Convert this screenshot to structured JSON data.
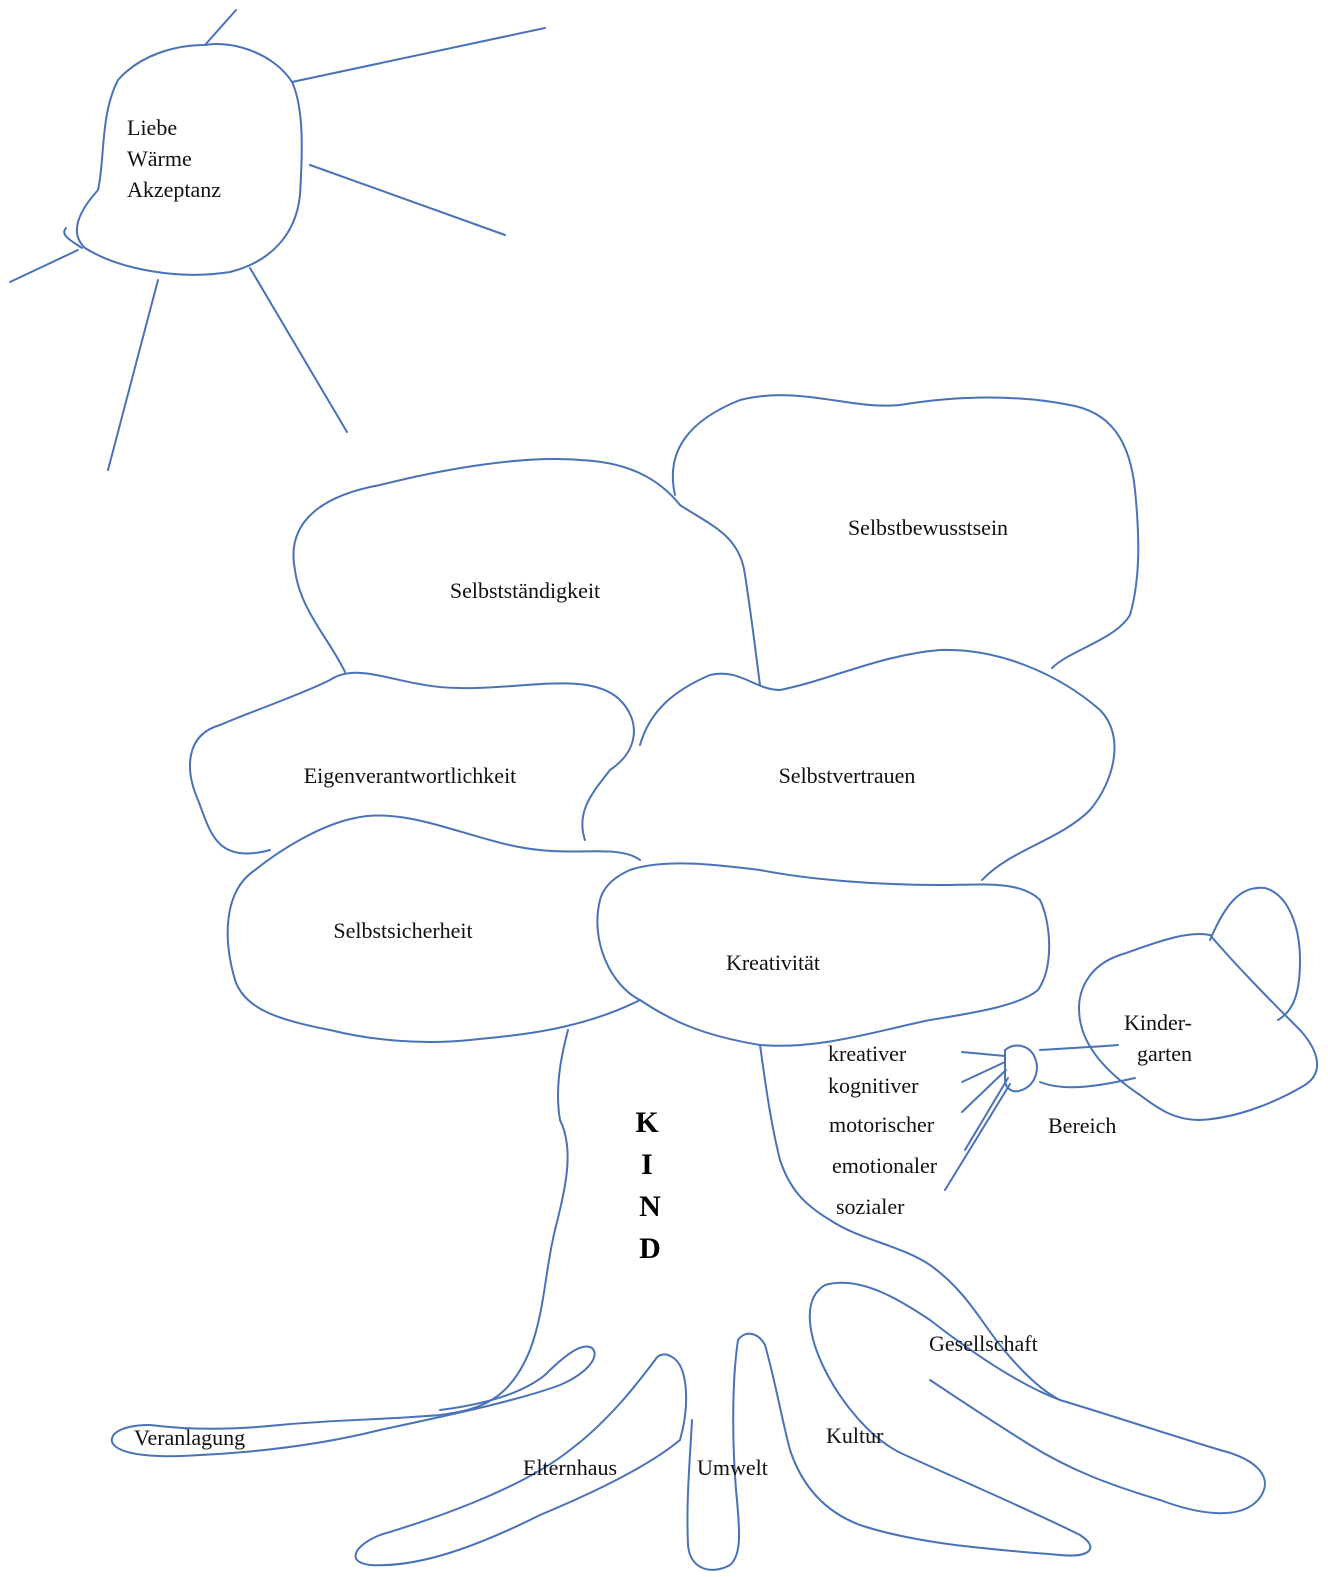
{
  "sun": {
    "lines": [
      "Liebe",
      "Wärme",
      "Akzeptanz"
    ]
  },
  "crown": {
    "selbststaendigkeit": "Selbstständigkeit",
    "selbstbewusstsein": "Selbstbewusstsein",
    "eigenverantwortlichkeit": "Eigenverantwortlichkeit",
    "selbstvertrauen": "Selbstvertrauen",
    "selbstsicherheit": "Selbstsicherheit",
    "kreativitaet": "Kreativität"
  },
  "trunk": {
    "letters": [
      "K",
      "I",
      "N",
      "D"
    ]
  },
  "kindergarten": {
    "line1": "Kinder-",
    "line2": "garten",
    "bereich": "Bereich",
    "areas": [
      "kreativer",
      "kognitiver",
      "motorischer",
      "emotionaler",
      "sozialer"
    ]
  },
  "roots": {
    "veranlagung": "Veranlagung",
    "elternhaus": "Elternhaus",
    "umwelt": "Umwelt",
    "kultur": "Kultur",
    "gesellschaft": "Gesellschaft"
  },
  "colors": {
    "stroke": "#4a72b8",
    "text": "#111111"
  }
}
